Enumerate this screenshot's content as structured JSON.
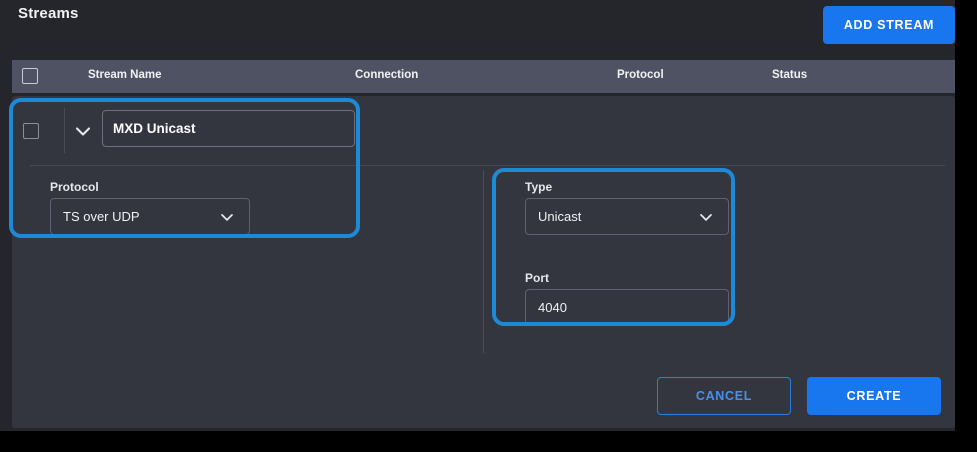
{
  "page": {
    "title": "Streams",
    "background_color": "#25262c",
    "panel_color": "#33353f",
    "accent_color": "#1877ef",
    "highlight_color": "#1d8ad8"
  },
  "header": {
    "add_stream_label": "ADD STREAM"
  },
  "table": {
    "columns": [
      {
        "key": "select",
        "label": ""
      },
      {
        "key": "stream_name",
        "label": "Stream Name"
      },
      {
        "key": "connection",
        "label": "Connection"
      },
      {
        "key": "protocol",
        "label": "Protocol"
      },
      {
        "key": "status",
        "label": "Status"
      }
    ]
  },
  "stream_form": {
    "name": {
      "value": "MXD Unicast",
      "placeholder": "Stream Name"
    },
    "protocol": {
      "label": "Protocol",
      "value": "TS over UDP",
      "options": [
        "TS over UDP"
      ]
    },
    "type": {
      "label": "Type",
      "value": "Unicast",
      "options": [
        "Unicast"
      ]
    },
    "port": {
      "label": "Port",
      "value": "4040",
      "placeholder": "Port"
    },
    "actions": {
      "cancel_label": "CANCEL",
      "create_label": "CREATE"
    }
  },
  "icons": {
    "expand_chevron": "chevron-down-icon",
    "select_chevron": "chevron-down-icon",
    "checkbox": "checkbox-icon"
  }
}
